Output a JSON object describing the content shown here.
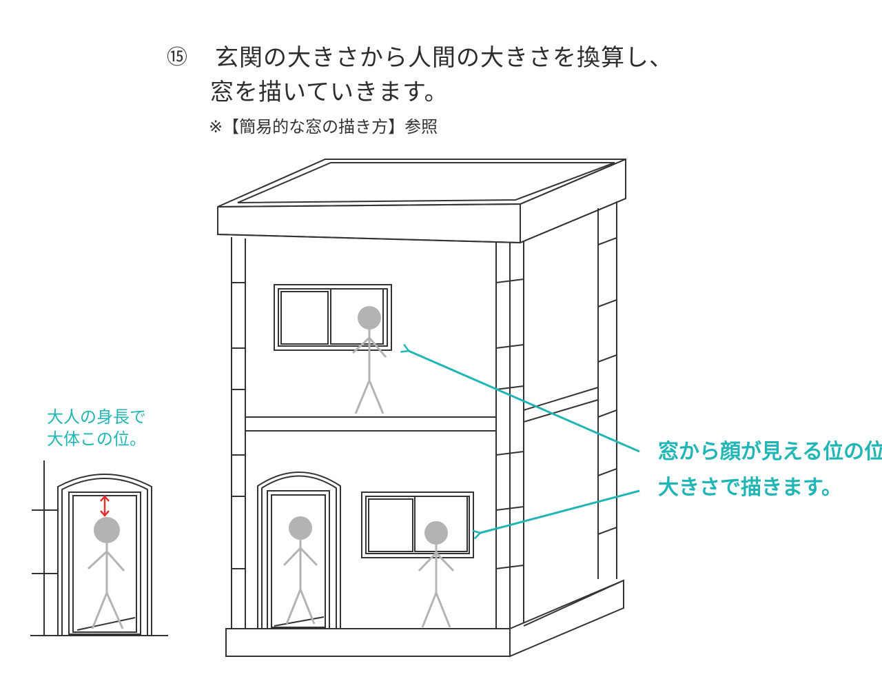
{
  "heading": {
    "step_number": "⑮",
    "line1": "玄関の大きさから人間の大きさを換算し、",
    "line2": "窓を描いていきます。",
    "note": "※【簡易的な窓の描き方】参照"
  },
  "side_note": {
    "line1": "大人の身長で",
    "line2": "大体この位。"
  },
  "callout": {
    "line1": "窓から顔が見える位の位置と",
    "line2": "大きさで描きます。"
  },
  "colors": {
    "line": "#333333",
    "figure": "#b3b3b3",
    "accent_teal": "#21b5b5",
    "arrow_red": "#e03030"
  }
}
